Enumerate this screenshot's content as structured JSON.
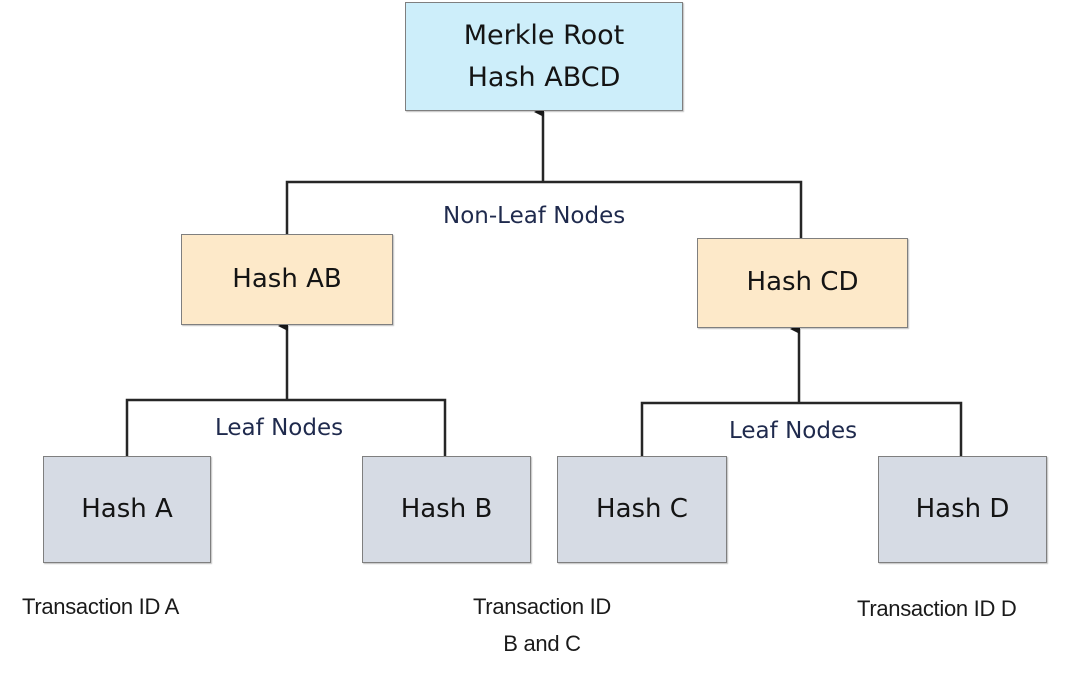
{
  "diagram": {
    "type": "merkle-tree",
    "colors": {
      "root_fill": "#cdeefa",
      "non_leaf_fill": "#fde9c9",
      "leaf_fill": "#d6dbe4",
      "border": "#7f7f7f",
      "connector": "#262626"
    },
    "root": {
      "line1": "Merkle Root",
      "line2": "Hash ABCD"
    },
    "non_leaf_label": "Non-Leaf Nodes",
    "non_leaf_nodes": [
      {
        "id": "AB",
        "label": "Hash AB"
      },
      {
        "id": "CD",
        "label": "Hash CD"
      }
    ],
    "leaf_group_labels": [
      "Leaf Nodes",
      "Leaf Nodes"
    ],
    "leaf_nodes": [
      {
        "id": "A",
        "label": "Hash A"
      },
      {
        "id": "B",
        "label": "Hash B"
      },
      {
        "id": "C",
        "label": "Hash C"
      },
      {
        "id": "D",
        "label": "Hash D"
      }
    ],
    "transactions": [
      {
        "line1": "Transaction ID A"
      },
      {
        "line1": "Transaction ID",
        "line2": "B and C"
      },
      {
        "line1": "Transaction ID D"
      }
    ],
    "edges": [
      {
        "from": "AB",
        "to": "root"
      },
      {
        "from": "CD",
        "to": "root"
      },
      {
        "from": "A",
        "to": "AB"
      },
      {
        "from": "B",
        "to": "AB"
      },
      {
        "from": "C",
        "to": "CD"
      },
      {
        "from": "D",
        "to": "CD"
      }
    ]
  }
}
